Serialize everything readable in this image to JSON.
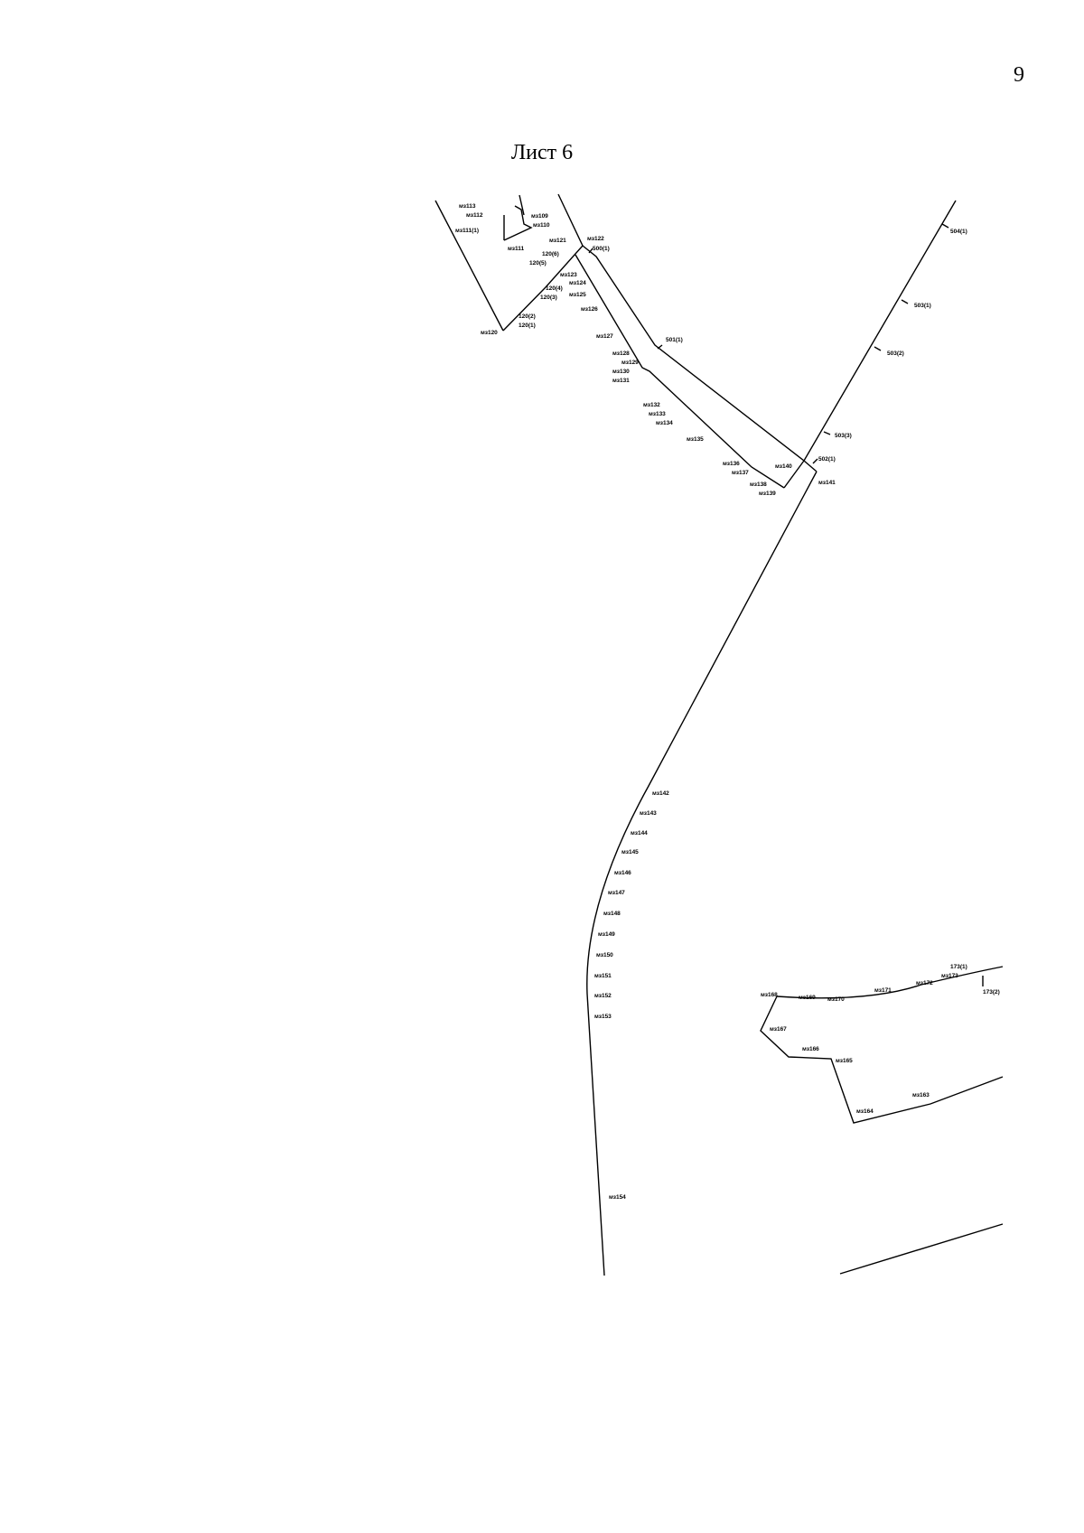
{
  "page_number": "9",
  "sheet_title": "Лист 6",
  "labels": {
    "mz113": "мз113",
    "mz112": "мз112",
    "mz111_1": "мз111(1)",
    "mz109": "мз109",
    "mz110": "мз110",
    "mz111": "мз111",
    "mz121": "мз121",
    "mz122": "мз122",
    "p500_1": "500(1)",
    "p120_6": "120(6)",
    "p120_5": "120(5)",
    "mz123": "мз123",
    "p120_4": "120(4)",
    "mz124": "мз124",
    "p120_3": "120(3)",
    "mz125": "мз125",
    "p120_2": "120(2)",
    "p120_1": "120(1)",
    "mz120": "мз120",
    "mz126": "мз126",
    "mz127": "мз127",
    "p501_1": "501(1)",
    "mz128": "мз128",
    "mz129": "мз129",
    "mz130": "мз130",
    "mz131": "мз131",
    "mz132": "мз132",
    "mz133": "мз133",
    "mz134": "мз134",
    "mz135": "мз135",
    "mz136": "мз136",
    "mz137": "мз137",
    "mz140": "мз140",
    "p502_1": "502(1)",
    "mz138": "мз138",
    "mz139": "мз139",
    "mz141": "мз141",
    "p504_1": "504(1)",
    "p503_1": "503(1)",
    "p503_2": "503(2)",
    "p503_3": "503(3)",
    "mz142": "мз142",
    "mz143": "мз143",
    "mz144": "мз144",
    "mz145": "мз145",
    "mz146": "мз146",
    "mz147": "мз147",
    "mz148": "мз148",
    "mz149": "мз149",
    "mz150": "мз150",
    "mz151": "мз151",
    "mz152": "мз152",
    "mz153": "мз153",
    "mz154": "мз154",
    "mz168": "мз168",
    "mz169": "мз169",
    "mz170": "мз170",
    "mz171": "мз171",
    "mz172": "мз172",
    "mz173": "мз173",
    "p173_1": "173(1)",
    "p173_2": "173(2)",
    "mz167": "мз167",
    "mz166": "мз166",
    "mz165": "мз165",
    "mz164": "мз164",
    "mz163": "мз163"
  }
}
